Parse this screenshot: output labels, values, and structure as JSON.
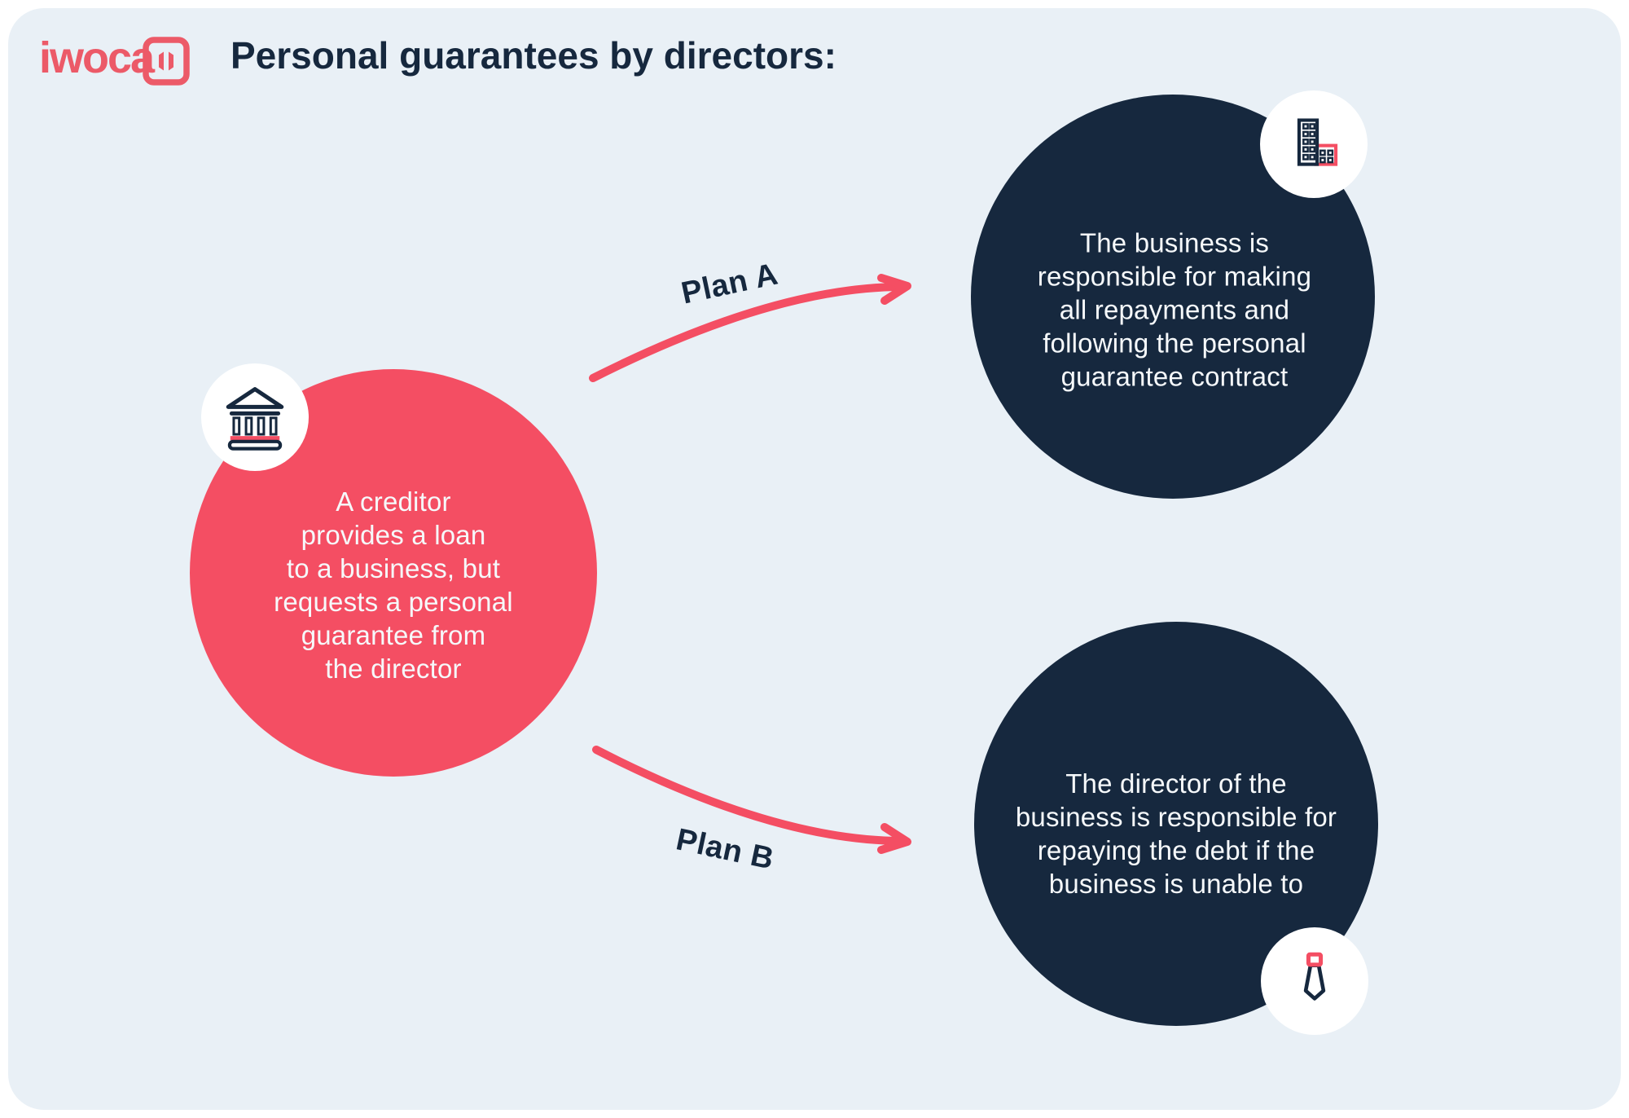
{
  "header": {
    "logo_text": "iwoca",
    "title": "Personal guarantees by directors:"
  },
  "source": {
    "icon": "bank-icon",
    "text": "A creditor\nprovides a loan\nto a business, but\nrequests a personal\nguarantee from\nthe director"
  },
  "branches": [
    {
      "label": "Plan A",
      "icon": "office-buildings-icon",
      "text": "The business is\nresponsible for making\nall repayments and\nfollowing the personal\nguarantee contract"
    },
    {
      "label": "Plan B",
      "icon": "tie-icon",
      "text": "The director of the\nbusiness is responsible for\nrepaying the debt if the\nbusiness is unable to"
    }
  ],
  "colors": {
    "coral": "#F44E63",
    "logo_coral": "#EC5A68",
    "navy": "#16283E",
    "panel_background": "#E9F0F6",
    "page_background": "#FFFFFF",
    "circle_text": "#F6F9FB"
  }
}
